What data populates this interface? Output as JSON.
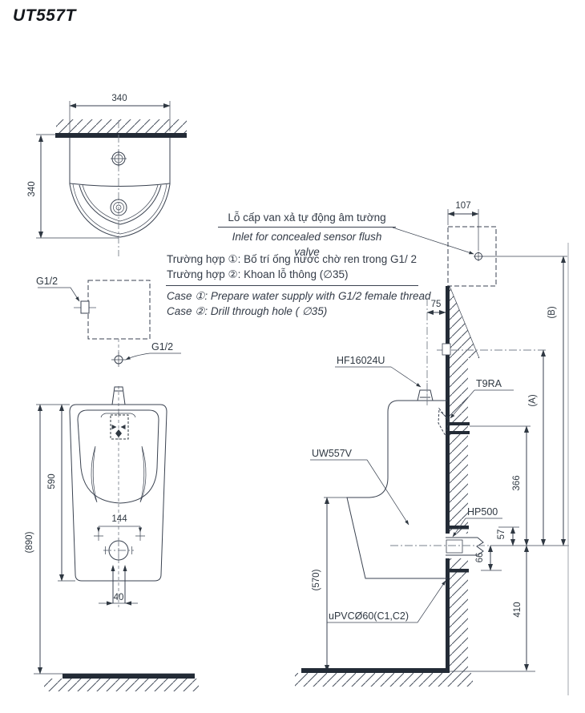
{
  "title": "UT557T",
  "notes": {
    "inlet_vi": "Lỗ cấp van xả tự động âm tường",
    "inlet_en": "Inlet for concealed sensor flush valve",
    "case1_vi": "Trường hợp ①: Bố trí ống nước chờ ren trong G1/ 2",
    "case2_vi": "Trường hợp ②: Khoan lỗ thông (∅35)",
    "case1_en": "Case ①: Prepare water supply with G1/2 female thread",
    "case2_en": "Case ②: Drill through hole ( ∅35)"
  },
  "parts": {
    "spud": "HF16024U",
    "bracket": "T9RA",
    "body": "UW557V",
    "outlet_socket": "HP500",
    "drain_pipe": "uPVCØ60(C1,C2)",
    "thread_wall": "G1/2",
    "thread_supply": "G1/2"
  },
  "dimensions": {
    "top_width": "340",
    "top_depth": "340",
    "inlet_offset": "107",
    "spud_to_wall": "75",
    "height_a": "(A)",
    "height_b": "(B)",
    "body_height": "590",
    "total_height": "(890)",
    "bolt_spacing": "144",
    "drain_spacing": "40",
    "bracket_to_outlet": "366",
    "outlet_up": "57",
    "outlet_down": "66",
    "outlet_height": "410",
    "front_height": "(570)"
  }
}
